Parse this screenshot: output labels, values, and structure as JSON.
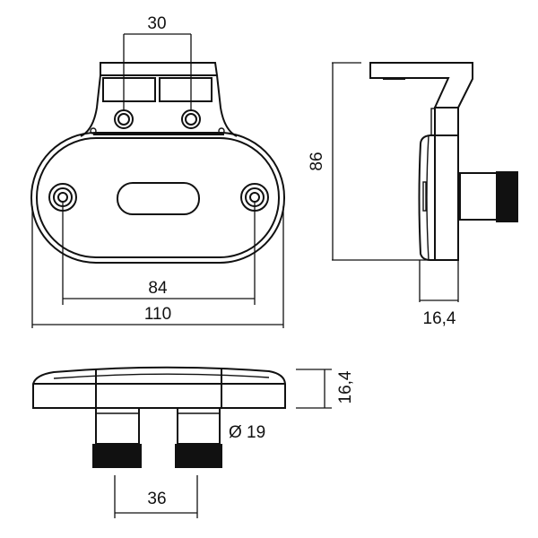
{
  "drawing": {
    "front_view": {
      "hole_spacing_top": "30",
      "hole_spacing_main": "84",
      "overall_width": "110"
    },
    "side_view": {
      "overall_height": "86",
      "depth": "16,4"
    },
    "bottom_view": {
      "height": "16,4",
      "nozzle_diameter": "Ø 19",
      "nozzle_spacing": "36"
    }
  },
  "colors": {
    "line": "#111111",
    "background": "#ffffff"
  }
}
